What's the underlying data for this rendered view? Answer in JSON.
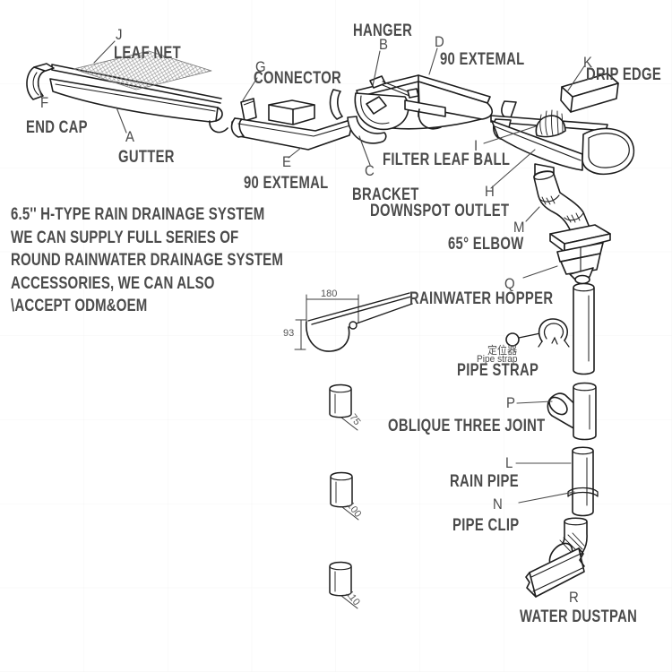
{
  "colors": {
    "line": "#1d1d1d",
    "label_text": "#4b4b4b",
    "background": "#ffffff"
  },
  "description": {
    "lines": [
      "6.5'' H-TYPE RAIN DRAINAGE SYSTEM",
      "WE CAN SUPPLY FULL SERIES OF",
      "ROUND RAINWATER DRAINAGE SYSTEM",
      "ACCESSORIES, WE CAN ALSO",
      "\\ACCEPT ODM&OEM"
    ]
  },
  "parts": {
    "leaf_net": {
      "letter": "J",
      "label": "LEAF NET"
    },
    "end_cap": {
      "letter": "F",
      "label": "END CAP"
    },
    "gutter": {
      "letter": "A",
      "label": "GUTTER"
    },
    "connector": {
      "letter": "G",
      "label": "CONNECTOR"
    },
    "external_90_left": {
      "letter": "E",
      "label": "90 EXTEMAL"
    },
    "hanger": {
      "letter": "B",
      "label": "HANGER"
    },
    "external_90_right": {
      "letter": "D",
      "label": "90 EXTEMAL"
    },
    "bracket": {
      "letter": "C",
      "label": "BRACKET"
    },
    "filter_leaf_ball": {
      "letter": "I",
      "label": "FILTER LEAF BALL"
    },
    "drip_edge": {
      "letter": "K",
      "label": "DRIP EDGE"
    },
    "downspot_outlet": {
      "letter": "H",
      "label": "DOWNSPOT OUTLET"
    },
    "elbow_65": {
      "letter": "M",
      "label": "65° ELBOW"
    },
    "rainwater_hopper": {
      "letter": "Q",
      "label": "RAINWATER HOPPER"
    },
    "pipe_strap": {
      "label": "PIPE STRAP",
      "label_cn": "定位器",
      "label_en_small": "Pipe strap"
    },
    "oblique_three_joint": {
      "letter": "P",
      "label": "OBLIQUE THREE JOINT"
    },
    "rain_pipe": {
      "letter": "L",
      "label": "RAIN PIPE"
    },
    "pipe_clip": {
      "letter": "N",
      "label": "PIPE CLIP"
    },
    "water_dustpan": {
      "letter": "R",
      "label": "WATER DUSTPAN"
    }
  },
  "dimensions": {
    "gutter_profile_width": "180",
    "gutter_profile_height": "93",
    "pipe_dia_small": "75",
    "pipe_dia_medium": "100",
    "pipe_dia_large": "110"
  }
}
